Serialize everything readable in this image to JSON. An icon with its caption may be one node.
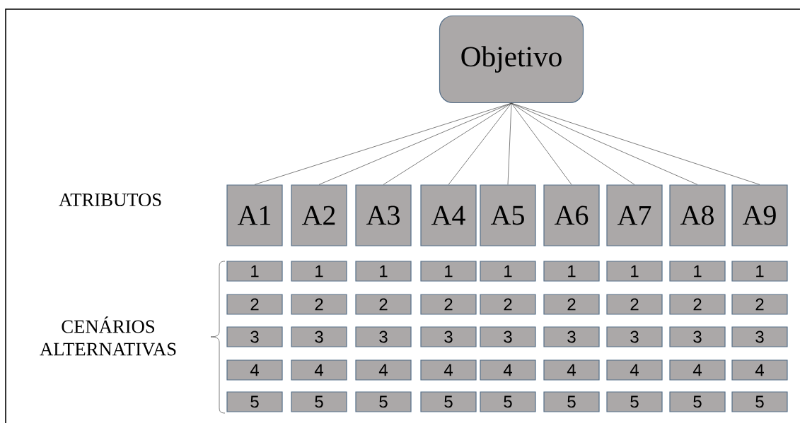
{
  "diagram": {
    "nodes": [
      {
        "text": [
          "Objetivo"
        ]
      },
      {
        "text": [
          "A1"
        ]
      },
      {
        "text": [
          "A2"
        ]
      },
      {
        "text": [
          "A3"
        ]
      },
      {
        "text": [
          "A4"
        ]
      },
      {
        "text": [
          "A5"
        ]
      },
      {
        "text": [
          "A6"
        ]
      },
      {
        "text": [
          "A7"
        ]
      },
      {
        "text": [
          "A8"
        ]
      },
      {
        "text": [
          "A9"
        ]
      },
      {
        "text": [
          "1"
        ]
      },
      {
        "text": [
          "1"
        ]
      },
      {
        "text": [
          "1"
        ]
      },
      {
        "text": [
          "1"
        ]
      },
      {
        "text": [
          "1"
        ]
      },
      {
        "text": [
          "1"
        ]
      },
      {
        "text": [
          "1"
        ]
      },
      {
        "text": [
          "1"
        ]
      },
      {
        "text": [
          "1"
        ]
      },
      {
        "text": [
          "2"
        ]
      },
      {
        "text": [
          "2"
        ]
      },
      {
        "text": [
          "2"
        ]
      },
      {
        "text": [
          "2"
        ]
      },
      {
        "text": [
          "2"
        ]
      },
      {
        "text": [
          "2"
        ]
      },
      {
        "text": [
          "2"
        ]
      },
      {
        "text": [
          "2"
        ]
      },
      {
        "text": [
          "2"
        ]
      },
      {
        "text": [
          "3"
        ]
      },
      {
        "text": [
          "3"
        ]
      },
      {
        "text": [
          "3"
        ]
      },
      {
        "text": [
          "3"
        ]
      },
      {
        "text": [
          "3"
        ]
      },
      {
        "text": [
          "3"
        ]
      },
      {
        "text": [
          "3"
        ]
      },
      {
        "text": [
          "3"
        ]
      },
      {
        "text": [
          "3"
        ]
      },
      {
        "text": [
          "4"
        ]
      },
      {
        "text": [
          "4"
        ]
      },
      {
        "text": [
          "4"
        ]
      },
      {
        "text": [
          "4"
        ]
      },
      {
        "text": [
          "4"
        ]
      },
      {
        "text": [
          "4"
        ]
      },
      {
        "text": [
          "4"
        ]
      },
      {
        "text": [
          "4"
        ]
      },
      {
        "text": [
          "4"
        ]
      },
      {
        "text": [
          "5"
        ]
      },
      {
        "text": [
          "5"
        ]
      },
      {
        "text": [
          "5"
        ]
      },
      {
        "text": [
          "5"
        ]
      },
      {
        "text": [
          "5"
        ]
      },
      {
        "text": [
          "5"
        ]
      },
      {
        "text": [
          "5"
        ]
      },
      {
        "text": [
          "5"
        ]
      },
      {
        "text": [
          "5"
        ]
      }
    ],
    "edges": [
      {
        "from": 0,
        "to": 1,
        "arrow": "none"
      },
      {
        "from": 0,
        "to": 2,
        "arrow": "none"
      },
      {
        "from": 0,
        "to": 3,
        "arrow": "none"
      },
      {
        "from": 0,
        "to": 4,
        "arrow": "none"
      },
      {
        "from": 0,
        "to": 5,
        "arrow": "none"
      },
      {
        "from": 0,
        "to": 6,
        "arrow": "none"
      },
      {
        "from": 0,
        "to": 7,
        "arrow": "none"
      },
      {
        "from": 0,
        "to": 8,
        "arrow": "none"
      },
      {
        "from": 0,
        "to": 9,
        "arrow": "none"
      }
    ],
    "labels": [
      "ATRIBUTOS",
      "CENÁRIOS ALTERNATIVAS"
    ]
  }
}
